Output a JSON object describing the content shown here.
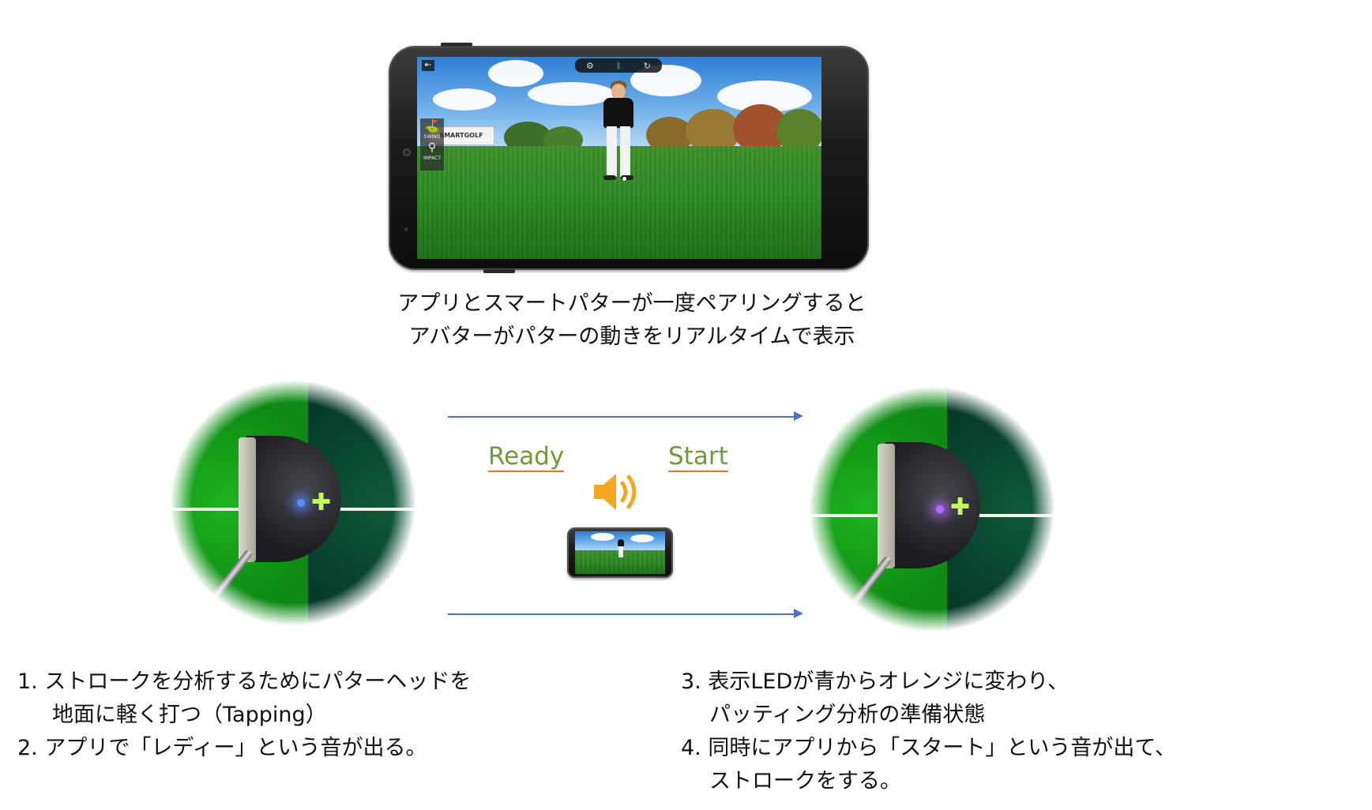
{
  "big_phone": {
    "banner_text": "SMARTGOLF",
    "side_panel": {
      "swing_label": "SWING",
      "impact_label": "IMPACT"
    },
    "hud_icons": [
      "settings-icon",
      "bluetooth-icon",
      "refresh-icon"
    ],
    "back_icon": "exit-icon"
  },
  "caption": {
    "line1": "アプリとスマートパターが一度ペアリングすると",
    "line2": "アバターがパターの動きをリアルタイムで表示"
  },
  "middle": {
    "ready_label": "Ready",
    "start_label": "Start",
    "speaker_icon": "speaker-icon",
    "colors": {
      "label_text": "#6e9a3a",
      "label_underline": "#e07a2a",
      "arrow": "#4a74c8",
      "speaker": "#f5a623"
    }
  },
  "instructions_left": {
    "step1_line1": "1. ストロークを分析するためにパターヘッドを",
    "step1_line2": "地面に軽く打つ（Tapping）",
    "step2": "2. アプリで「レディー」という音が出る。"
  },
  "instructions_right": {
    "step3_line1": "3. 表示LEDが青からオレンジに変わり、",
    "step3_line2": "パッティング分析の準備状態",
    "step4_line1": "4. 同時にアプリから「スタート」という音が出て、",
    "step4_line2": "ストロークをする。"
  }
}
